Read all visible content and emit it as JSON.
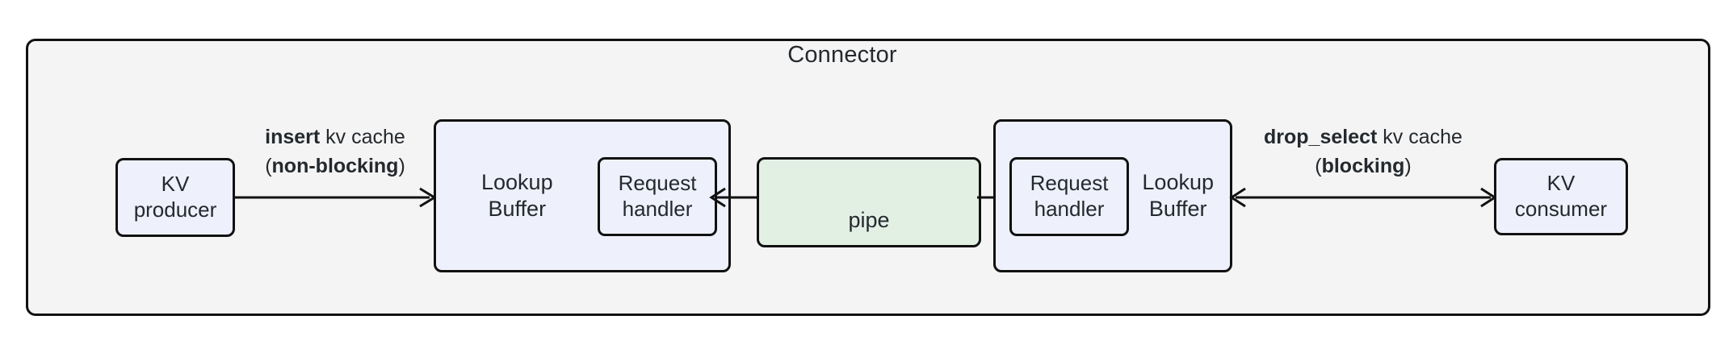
{
  "diagram": {
    "container": {
      "title": "Connector"
    },
    "nodes": {
      "kv_producer": {
        "line1": "KV",
        "line2": "producer"
      },
      "lookup_buffer_left": {
        "line1": "Lookup",
        "line2": "Buffer"
      },
      "request_handler_left": {
        "line1": "Request",
        "line2": "handler"
      },
      "pipe": {
        "label": "pipe"
      },
      "request_handler_right": {
        "line1": "Request",
        "line2": "handler"
      },
      "lookup_buffer_right": {
        "line1": "Lookup",
        "line2": "Buffer"
      },
      "kv_consumer": {
        "line1": "KV",
        "line2": "consumer"
      }
    },
    "edges": {
      "insert": {
        "op": "insert",
        "op_suffix": " kv cache",
        "mode_open": "(",
        "mode": "non-blocking",
        "mode_close": ")",
        "direction": "producer-to-buffer"
      },
      "drop_select": {
        "op": "drop_select",
        "op_suffix": " kv cache",
        "mode_open": "(",
        "mode": "blocking",
        "mode_close": ")",
        "direction": "bidirectional"
      }
    },
    "colors": {
      "container_fill": "#f4f4f4",
      "container_stroke": "#111111",
      "node_fill": "#eef0fb",
      "pipe_fill": "#e2f0e4",
      "stroke": "#111111",
      "text": "#24292e"
    }
  }
}
